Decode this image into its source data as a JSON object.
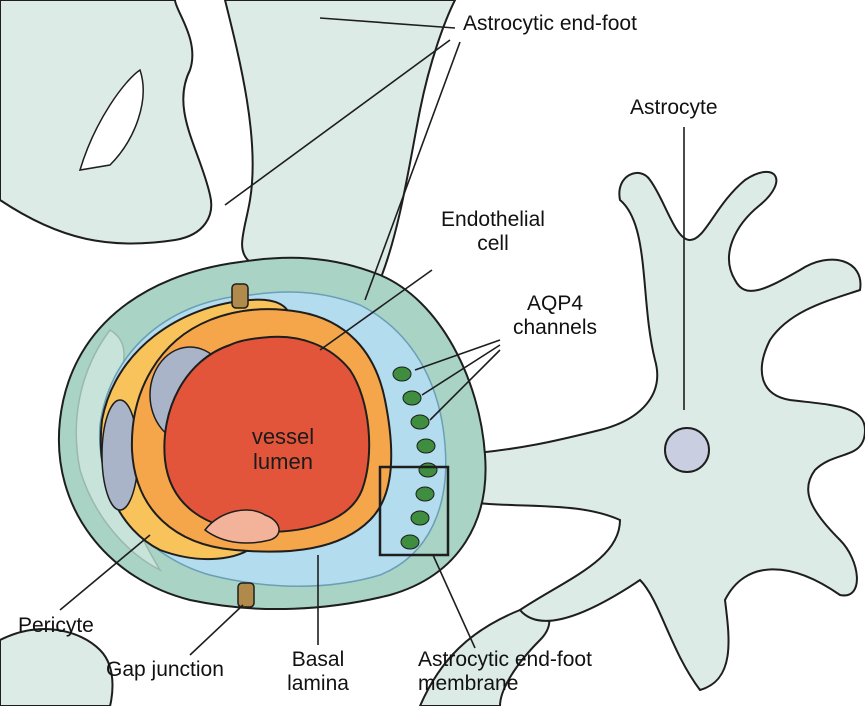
{
  "labels": {
    "astrocytic_end_foot": "Astrocytic end-foot",
    "astrocyte": "Astrocyte",
    "endothelial_cell_line1": "Endothelial",
    "endothelial_cell_line2": "cell",
    "aqp4_line1": "AQP4",
    "aqp4_line2": "channels",
    "vessel_lumen_line1": "vessel",
    "vessel_lumen_line2": "lumen",
    "pericyte": "Pericyte",
    "gap_junction": "Gap junction",
    "basal_lamina_line1": "Basal",
    "basal_lamina_line2": "lamina",
    "end_foot_membrane_line1": "Astrocytic end-foot",
    "end_foot_membrane_line2": "membrane"
  },
  "colors": {
    "astrocyte_fill": "#dcebe6",
    "end_foot_fill": "#a9d3c4",
    "basal_lamina_fill": "#b3dcef",
    "endothelial_fill": "#f6a64a",
    "lumen_fill": "#e2553a",
    "pericyte_fill": "#f7c35a",
    "nucleus_fill": "#aab4c8",
    "gap_junction_fill": "#b08a4a",
    "aqp4_fill": "#3f8d3f",
    "outline": "#1e1e1e"
  }
}
